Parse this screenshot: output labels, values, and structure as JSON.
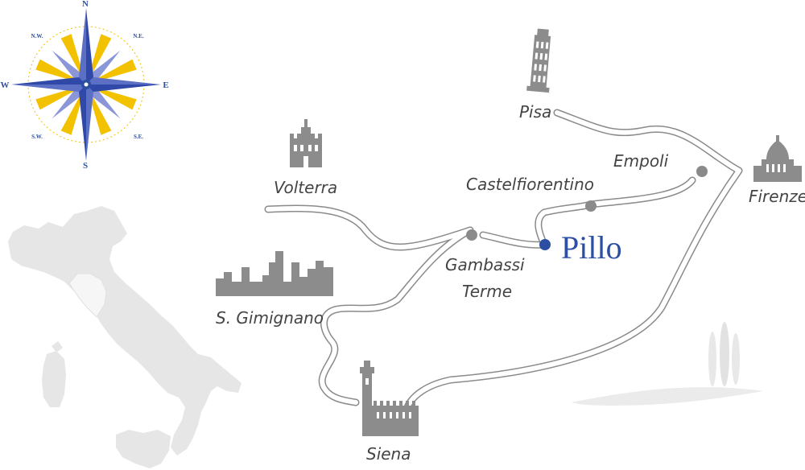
{
  "map": {
    "compass": {
      "north": "N",
      "south": "S",
      "east": "E",
      "west": "W",
      "ne": "N.E.",
      "nw": "N.W.",
      "se": "S.E.",
      "sw": "S.W."
    },
    "colors": {
      "accent": "#2d4fa1",
      "compass_yellow": "#f2c200",
      "compass_blue": "#5b6fc4",
      "road": "#8a8a8a",
      "landmark": "#8c8c8c",
      "land": "#e6e6e6",
      "tuscany": "#f6f6f6"
    },
    "places": {
      "pisa": "Pisa",
      "empoli": "Empoli",
      "firenze": "Firenze",
      "castelfiorentino": "Castelfiorentino",
      "volterra": "Volterra",
      "pillo": "Pillo",
      "gambassi_line1": "Gambassi",
      "gambassi_line2": "Terme",
      "gimignano": "S. Gimignano",
      "siena": "Siena"
    },
    "icons": [
      "compass-rose-icon",
      "italy-map-icon",
      "leaning-tower-icon",
      "duomo-icon",
      "volterra-palace-icon",
      "towers-skyline-icon",
      "siena-tower-icon",
      "cypress-trees-icon"
    ]
  }
}
